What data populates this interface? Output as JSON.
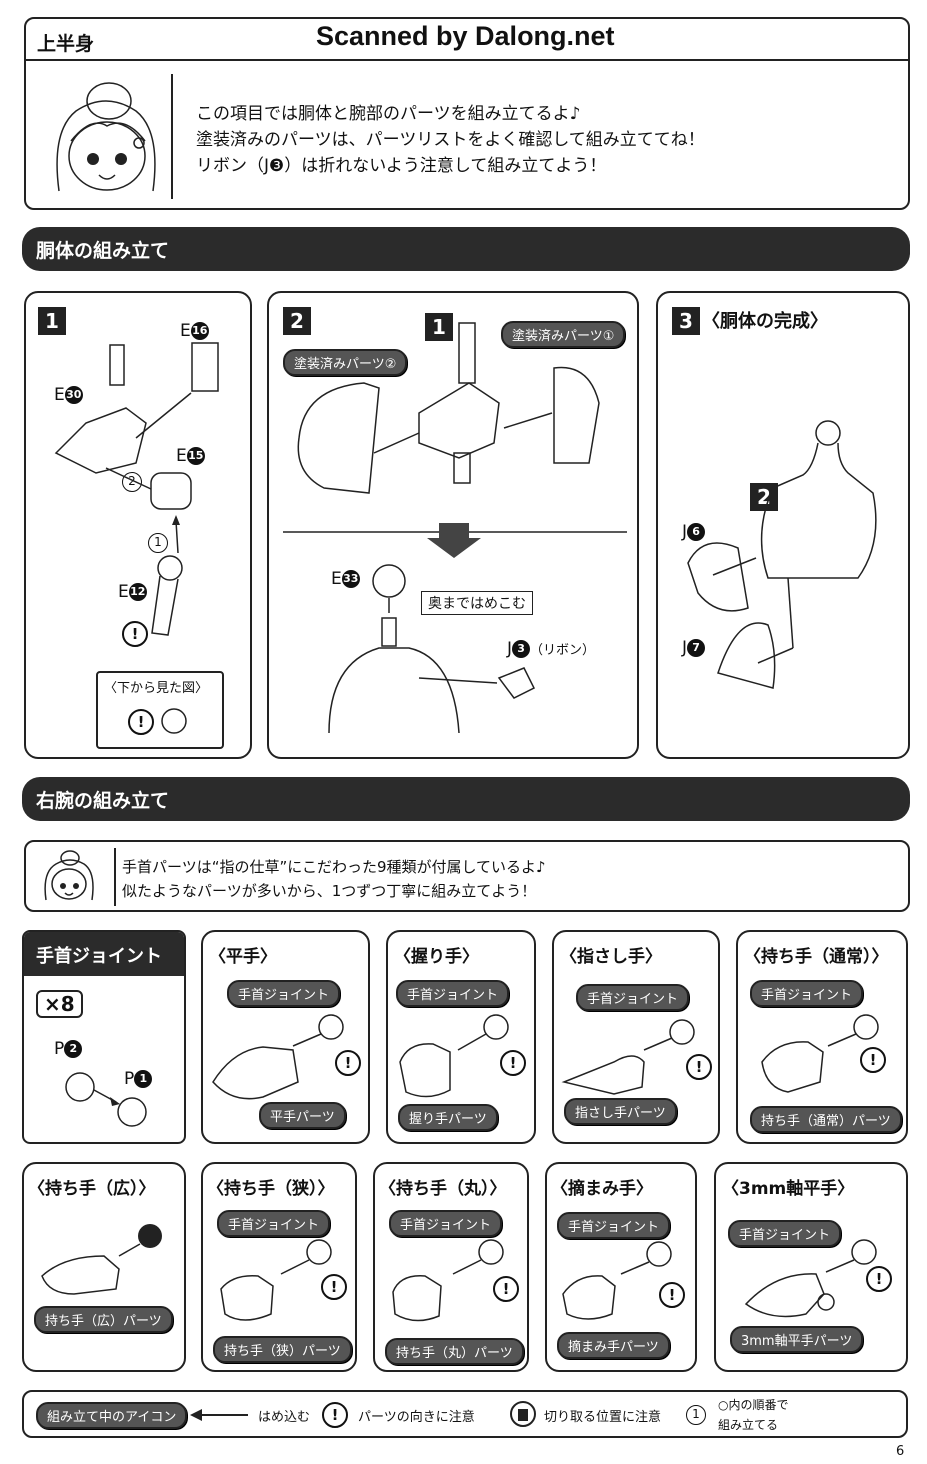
{
  "header": {
    "section_label": "上半身",
    "scan_credit": "Scanned by Dalong.net",
    "intro_lines": [
      "この項目では胴体と腕部のパーツを組み立てるよ♪",
      "塗装済みのパーツは、パーツリストをよく確認して組み立ててね！",
      "リボン（J❸）は折れないよう注意して組み立てよう！"
    ]
  },
  "torso": {
    "title": "胴体の組み立て",
    "step1": {
      "num": "1",
      "labels": [
        "E",
        "E",
        "E",
        "E"
      ],
      "nums": [
        "30",
        "16",
        "15",
        "12"
      ],
      "order": [
        "2",
        "1"
      ],
      "bottom_view": "〈下から見た図〉"
    },
    "step2": {
      "num": "2",
      "sub_num": "1",
      "painted1": "塗装済みパーツ①",
      "painted2": "塗装済みパーツ②",
      "e_label": "E",
      "e_num": "33",
      "push_in": "奥まではめこむ",
      "j_label": "J",
      "j_num": "3",
      "ribbon": "（リボン）"
    },
    "step3": {
      "num": "3",
      "title": "〈胴体の完成〉",
      "sub_num": "2",
      "j_label": "J",
      "j6": "6",
      "j7": "7"
    }
  },
  "right_arm": {
    "title": "右腕の組み立て",
    "note_lines": [
      "手首パーツは“指の仕草”にこだわった9種類が付属しているよ♪",
      "似たようなパーツが多いから、1つずつ丁寧に組み立てよう！"
    ],
    "joint": {
      "title": "手首ジョイント",
      "count": "×8",
      "p_label": "P",
      "p2": "2",
      "p1": "1"
    },
    "joint_tag": "手首ジョイント",
    "hands": [
      {
        "title": "〈平手〉",
        "part": "平手パーツ"
      },
      {
        "title": "〈握り手〉",
        "part": "握り手パーツ"
      },
      {
        "title": "〈指さし手〉",
        "part": "指さし手パーツ"
      },
      {
        "title": "〈持ち手（通常）〉",
        "part": "持ち手（通常）パーツ"
      },
      {
        "title": "〈持ち手（広）〉",
        "part": "持ち手（広）パーツ"
      },
      {
        "title": "〈持ち手（狭）〉",
        "part": "持ち手（狭）パーツ"
      },
      {
        "title": "〈持ち手（丸）〉",
        "part": "持ち手（丸）パーツ"
      },
      {
        "title": "〈摘まみ手〉",
        "part": "摘まみ手パーツ"
      },
      {
        "title": "〈3mm軸平手〉",
        "part": "3mm軸平手パーツ"
      }
    ]
  },
  "legend": {
    "label": "組み立て中のアイコン",
    "insert": "はめ込む",
    "orientation": "パーツの向きに注意",
    "cut": "切り取る位置に注意",
    "order_line1": "○内の順番で",
    "order_line2": "組み立てる",
    "order_example": "1"
  },
  "page_number": "6"
}
